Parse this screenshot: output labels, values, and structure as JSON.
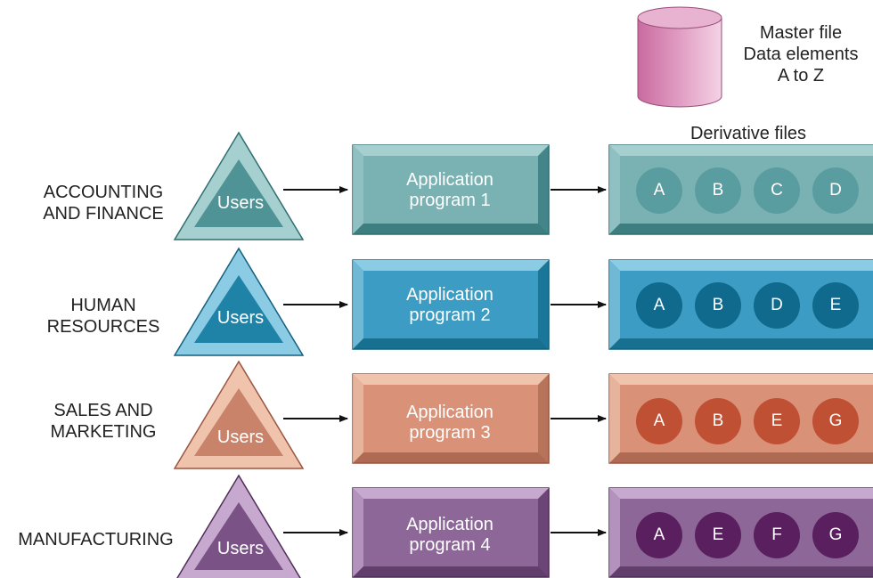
{
  "master_file": {
    "label": "Master file\nData elements\nA to Z",
    "fill": "#d98bb6"
  },
  "derivative_label": "Derivative files",
  "rows": [
    {
      "department": "ACCOUNTING\nAND FINANCE",
      "users": "Users",
      "program": "Application\nprogram 1",
      "elements": [
        "A",
        "B",
        "C",
        "D"
      ],
      "colors": {
        "dark": "#4f9396",
        "mid": "#7ab2b3",
        "light": "#a6cfcf",
        "circle": "#5a9da0",
        "frame": "#2f6e70"
      }
    },
    {
      "department": "HUMAN\nRESOURCES",
      "users": "Users",
      "program": "Application\nprogram 2",
      "elements": [
        "A",
        "B",
        "D",
        "E"
      ],
      "colors": {
        "dark": "#1f83a8",
        "mid": "#3d9cc3",
        "light": "#8ccbe4",
        "circle": "#0f6a8e",
        "frame": "#12607e"
      }
    },
    {
      "department": "SALES AND\nMARKETING",
      "users": "Users",
      "program": "Application\nprogram 3",
      "elements": [
        "A",
        "B",
        "E",
        "G"
      ],
      "colors": {
        "dark": "#c8836a",
        "mid": "#d99178",
        "light": "#f0c3ad",
        "circle": "#bf5034",
        "frame": "#9a5540"
      }
    },
    {
      "department": "MANUFACTURING",
      "users": "Users",
      "program": "Application\nprogram 4",
      "elements": [
        "A",
        "E",
        "F",
        "G"
      ],
      "colors": {
        "dark": "#7a5286",
        "mid": "#8c6798",
        "light": "#c7a9cf",
        "circle": "#5a1f5e",
        "frame": "#4e2d57"
      }
    }
  ]
}
